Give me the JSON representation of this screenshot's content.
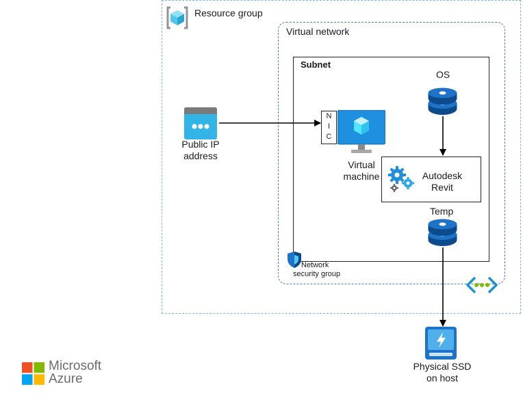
{
  "resource_group": {
    "label": "Resource group"
  },
  "virtual_network": {
    "label": "Virtual network"
  },
  "subnet": {
    "label": "Subnet"
  },
  "public_ip": {
    "line1": "Public IP",
    "line2": "address"
  },
  "nic": {
    "letters": [
      "N",
      "I",
      "C"
    ]
  },
  "virtual_machine": {
    "line1": "Virtual",
    "line2": "machine"
  },
  "os_disk": {
    "label": "OS"
  },
  "app": {
    "line1": "Autodesk",
    "line2": "Revit"
  },
  "temp_disk": {
    "label": "Temp"
  },
  "nsg": {
    "line1": "Network",
    "line2": "security group"
  },
  "physical_ssd": {
    "line1": "Physical SSD",
    "line2": "on host"
  },
  "logo": {
    "line1": "Microsoft",
    "line2": "Azure"
  },
  "colors": {
    "azure_blue": "#0078d4",
    "light_blue": "#50e6ff",
    "dashed_border": "#7fb4d6",
    "vnet_border": "#3f7fc0",
    "ms_red": "#f25022",
    "ms_green": "#7fba00",
    "ms_blue": "#00a4ef",
    "ms_yellow": "#ffb900"
  }
}
